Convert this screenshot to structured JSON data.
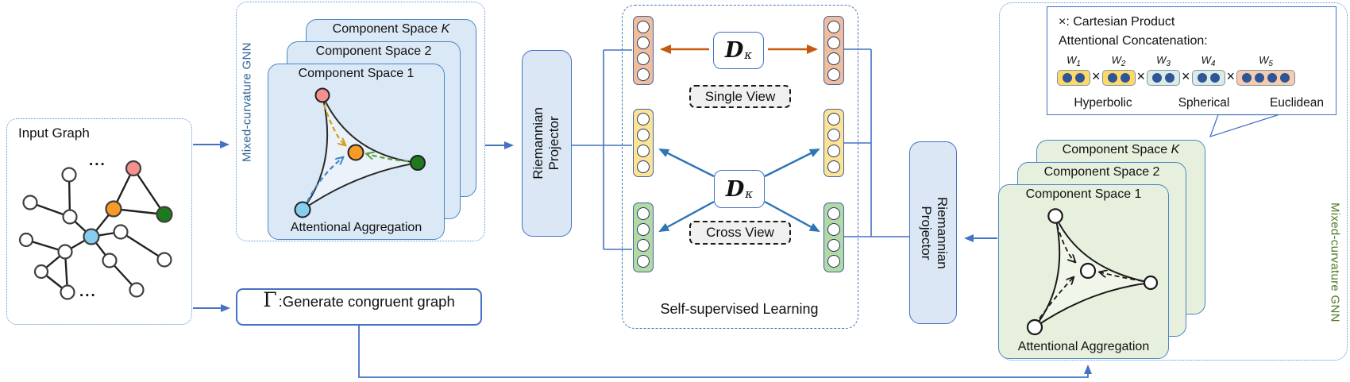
{
  "colors": {
    "accent": "#4472c4",
    "blue_arrow": "#2e75b6",
    "orange_arrow": "#c55a11",
    "left_stack_fill": "#dbe8f6",
    "right_stack_fill": "#e7f0dd",
    "projector_fill": "#dbe7f5",
    "left_gnn_label": "#2e6395",
    "right_gnn_label": "#4f7a28",
    "node_pink": "#f4908e",
    "node_orange": "#f79a28",
    "node_green": "#1f7a1f",
    "node_blue": "#86cdee",
    "agg_arrow_gold": "#d4a017",
    "agg_arrow_green": "#5a9e3f",
    "agg_arrow_blue": "#3d85c8",
    "column_orange": "#f2bd9a",
    "column_yellow": "#ffe394",
    "column_green": "#b5d9a2"
  },
  "input_graph": {
    "title": "Input Graph",
    "dots_top": "...",
    "dots_bottom": "..."
  },
  "left_group": {
    "label": "Mixed-curvature GNN",
    "space_k_prefix": "Component Space ",
    "space_k_var": "K",
    "space_2": "Component Space 2",
    "space_1": "Component Space 1",
    "aggregation": "Attentional Aggregation"
  },
  "projector_left": {
    "label": "Riemannian\nProjector"
  },
  "projector_right": {
    "label": "Riemannian\nProjector"
  },
  "ssl": {
    "title": "Self-supervised Learning",
    "single_view": "Single View",
    "cross_view": "Cross View",
    "metric": {
      "base": "D",
      "sub": "κ"
    }
  },
  "gamma": {
    "symbol": "Γ",
    "label": ":Generate congruent graph"
  },
  "legend": {
    "cartesian": "×: Cartesian Product",
    "concat": "Attentional Concatenation:",
    "times": "×",
    "weights": [
      {
        "base": "W",
        "sub": "1"
      },
      {
        "base": "W",
        "sub": "2"
      },
      {
        "base": "W",
        "sub": "3"
      },
      {
        "base": "W",
        "sub": "4"
      },
      {
        "base": "W",
        "sub": "5"
      }
    ],
    "pills": [
      {
        "color": "#ffd966"
      },
      {
        "color": "#ffd966"
      },
      {
        "color": "#dcebe4"
      },
      {
        "color": "#dcebe4"
      },
      {
        "color": "#f8cbad"
      }
    ],
    "groups": {
      "hyperbolic": "Hyperbolic",
      "spherical": "Spherical",
      "euclidean": "Euclidean"
    }
  },
  "right_group": {
    "label": "Mixed-curvature GNN",
    "space_k_prefix": "Component Space ",
    "space_k_var": "K",
    "space_2": "Component Space 2",
    "space_1": "Component Space 1",
    "aggregation": "Attentional Aggregation"
  }
}
